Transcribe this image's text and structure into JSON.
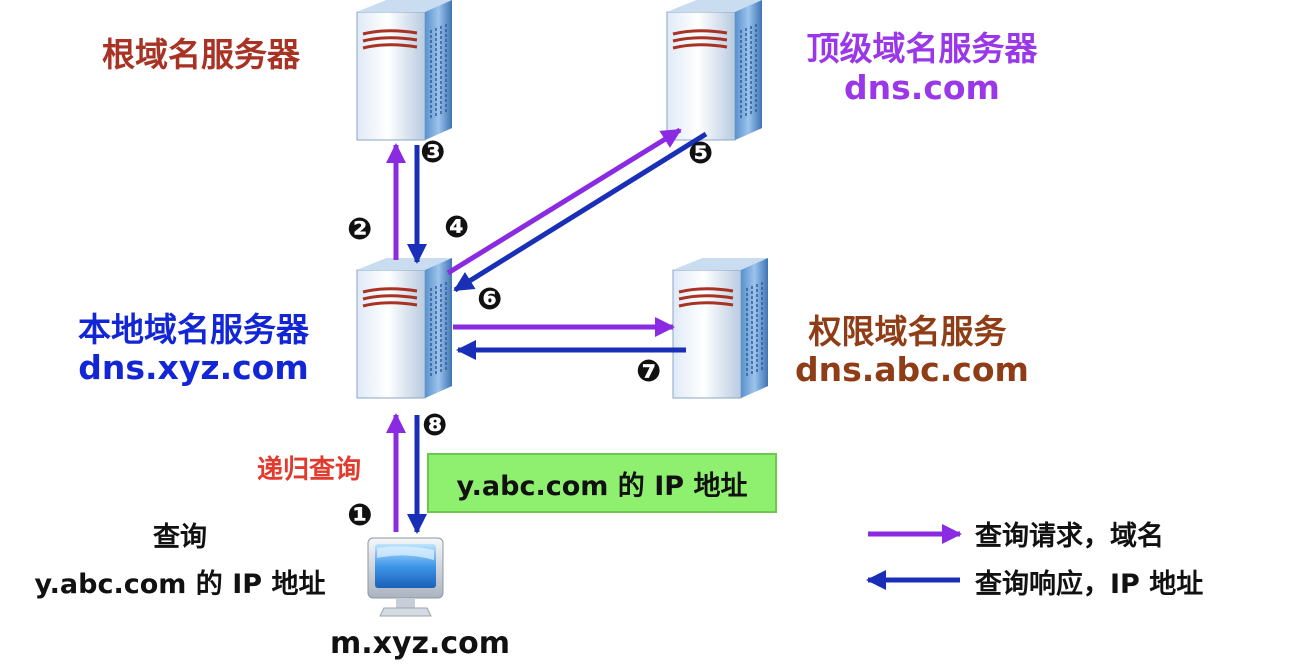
{
  "servers": {
    "root": {
      "label": "根域名服务器"
    },
    "tld": {
      "label": "顶级域名服务器",
      "domain": "dns.com"
    },
    "local": {
      "label": "本地域名服务器",
      "domain": "dns.xyz.com"
    },
    "authoritative": {
      "label": "权限域名服务",
      "domain": "dns.abc.com"
    }
  },
  "client": {
    "host": "m.xyz.com",
    "query_line1": "查询",
    "query_line2": "y.abc.com 的 IP 地址"
  },
  "recursive_label": "递归查询",
  "answer_box": "y.abc.com 的 IP 地址",
  "steps": [
    "❶",
    "❷",
    "❸",
    "❹",
    "❺",
    "❻",
    "❼",
    "❽"
  ],
  "legend": {
    "request": "查询请求，域名",
    "response": "查询响应，IP 地址"
  },
  "colors": {
    "request": "#8a2be2",
    "response": "#1a2fb8",
    "root_label": "#a83224",
    "tld_label": "#9a37e8",
    "local_label": "#1226d6",
    "auth_label": "#8e3d16",
    "answer_box": "#8fef6f"
  }
}
